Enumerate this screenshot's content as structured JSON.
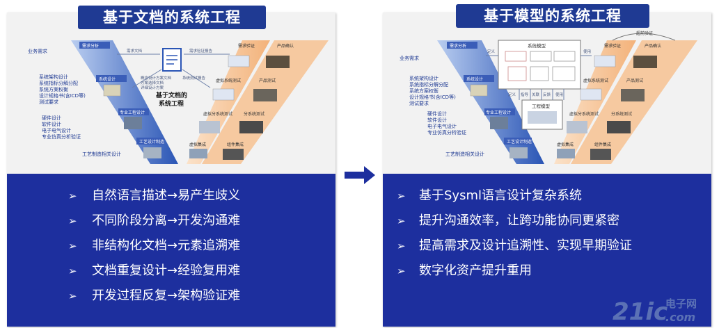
{
  "left": {
    "title": "基于文档的系统工程",
    "labels": {
      "biz_req": "业务需求",
      "arch_lines": [
        "系统架构设计",
        "系统指标分解分配",
        "系统方案权衡",
        "设计规格书(含ICD等)",
        "测试要求"
      ],
      "hw_lines": [
        "硬件设计",
        "软件设计",
        "电子电气设计",
        "专业仿真分析验证"
      ],
      "craft": "工艺制造相关设计",
      "req_analysis": "需求分析",
      "sys_design": "系统设计",
      "pro_design": "专业工程设计",
      "craft_design": "工艺设计制造",
      "req_verify": "需求验证",
      "vsys_test": "虚拟系统测试",
      "vsub_test": "虚拟分系统测试",
      "virt_int": "虚拟集成",
      "prod_confirm": "产品确认",
      "prod_test": "产品测试",
      "sub_test": "分系统测试",
      "comp_int": "组件集成",
      "req_doc": "需求文档",
      "req_report": "需求验证报告",
      "spec_docs": [
        "概念设计方案文档",
        "方案选择文档",
        "详细设计方案"
      ],
      "sys_test_report": "系统测试报告",
      "center": [
        "基于文档的",
        "系统工程"
      ]
    },
    "bullets": [
      "自然语言描述→易产生歧义",
      "不同阶段分离→开发沟通难",
      "非结构化文档→元素追溯难",
      "文档重复设计→经验复用难",
      "开发过程反复→架构验证难"
    ]
  },
  "right": {
    "title": "基于模型的系统工程",
    "labels": {
      "biz_req": "业务需求",
      "arch_lines": [
        "系统架构设计",
        "系统指标分解分配",
        "系统方案权衡",
        "设计规格书(含ICD等)",
        "测试要求"
      ],
      "hw_lines": [
        "硬件设计",
        "软件设计",
        "电子电气设计",
        "专业仿真分析验证"
      ],
      "craft": "工艺制造相关设计",
      "req_analysis": "需求分析",
      "sys_design": "系统设计",
      "pro_design": "专业工程设计",
      "craft_design": "工艺设计制造",
      "req_verify": "需求验证",
      "vsys_test": "虚拟系统测试",
      "vsub_test": "虚拟分系统测试",
      "virt_int": "虚拟集成",
      "prod_confirm": "产品确认",
      "prod_test": "产品测试",
      "sub_test": "分系统测试",
      "comp_int": "组件集成",
      "early_verify": "超前验证",
      "sys_model": "系统模型",
      "eng_model": "工程模型",
      "define": "定义",
      "use": "使用",
      "links": [
        "定义",
        "指导",
        "关联",
        "反馈",
        "使用"
      ]
    },
    "bullets": [
      "基于Sysml语言设计复杂系统",
      "提升沟通效率，让跨功能协同更紧密",
      "提高需求及设计追溯性、实现早期验证",
      "数字化资产提升重用"
    ]
  },
  "watermark": {
    "brand": "21ic",
    "cn": "电子网",
    "domain": ".com"
  },
  "colors": {
    "navy": "#1d2f9e",
    "blue_band": "#4a72c4",
    "orange_band": "#f6c9a0"
  }
}
